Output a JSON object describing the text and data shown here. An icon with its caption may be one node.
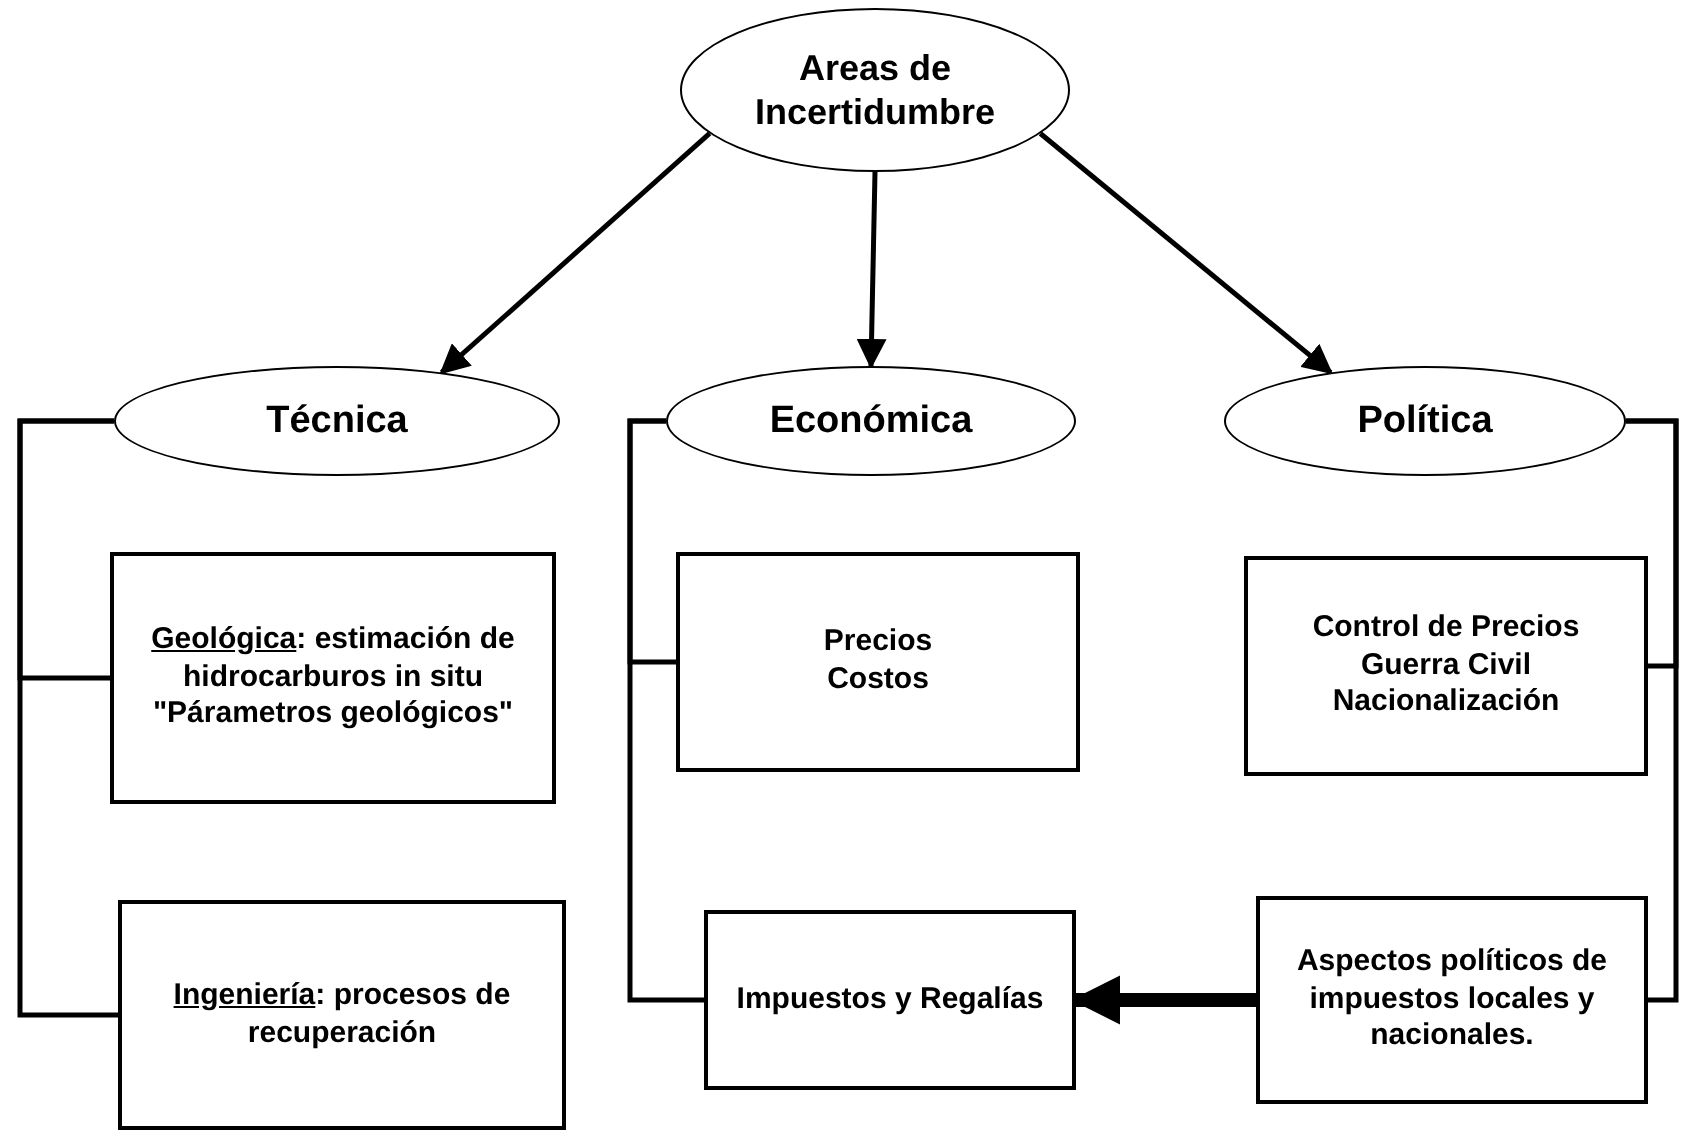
{
  "diagram": {
    "nodes": [
      {
        "text": [
          "Areas de Incertidumbre"
        ]
      },
      {
        "text": [
          "Técnica"
        ]
      },
      {
        "text": [
          "Económica"
        ]
      },
      {
        "text": [
          "Política"
        ]
      },
      {
        "text": [
          "Geológica: estimación de hidrocarburos in situ",
          "\"Párametros geológicos\""
        ]
      },
      {
        "text": [
          "Ingeniería: procesos de recuperación"
        ]
      },
      {
        "text": [
          "Precios",
          "Costos"
        ]
      },
      {
        "text": [
          "Impuestos y Regalías"
        ]
      },
      {
        "text": [
          "Control de Precios",
          "Guerra Civil",
          "Nacionalización"
        ]
      },
      {
        "text": [
          "Aspectos políticos de impuestos locales y nacionales."
        ]
      }
    ],
    "edges": [
      {
        "from": 0,
        "to": 1,
        "arrow": "to"
      },
      {
        "from": 0,
        "to": 2,
        "arrow": "to"
      },
      {
        "from": 0,
        "to": 3,
        "arrow": "to"
      },
      {
        "from": 1,
        "to": 4,
        "arrow": "none"
      },
      {
        "from": 1,
        "to": 5,
        "arrow": "none"
      },
      {
        "from": 2,
        "to": 6,
        "arrow": "none"
      },
      {
        "from": 2,
        "to": 7,
        "arrow": "none"
      },
      {
        "from": 3,
        "to": 8,
        "arrow": "none"
      },
      {
        "from": 3,
        "to": 9,
        "arrow": "none"
      },
      {
        "from": 9,
        "to": 7,
        "arrow": "to",
        "style": "thick"
      }
    ]
  }
}
